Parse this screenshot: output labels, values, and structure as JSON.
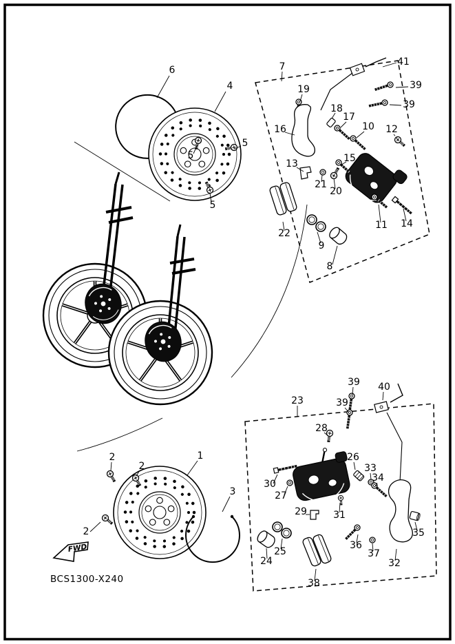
{
  "figure": {
    "drawing_code": "BCS1300-X240",
    "fwd_marker": "FWD"
  },
  "colors": {
    "ink": "#000000",
    "background": "#ffffff"
  },
  "callouts": {
    "upper": [
      "6",
      "4",
      "7",
      "41",
      "39",
      "39",
      "19",
      "18",
      "17",
      "10",
      "12",
      "16",
      "13",
      "15",
      "21",
      "20",
      "5",
      "5",
      "5",
      "11",
      "14",
      "22",
      "9",
      "8"
    ],
    "lower": [
      "39",
      "40",
      "39",
      "23",
      "28",
      "26",
      "33",
      "34",
      "1",
      "2",
      "2",
      "2",
      "3",
      "30",
      "27",
      "31",
      "29",
      "25",
      "24",
      "38",
      "36",
      "37",
      "32",
      "35"
    ]
  }
}
